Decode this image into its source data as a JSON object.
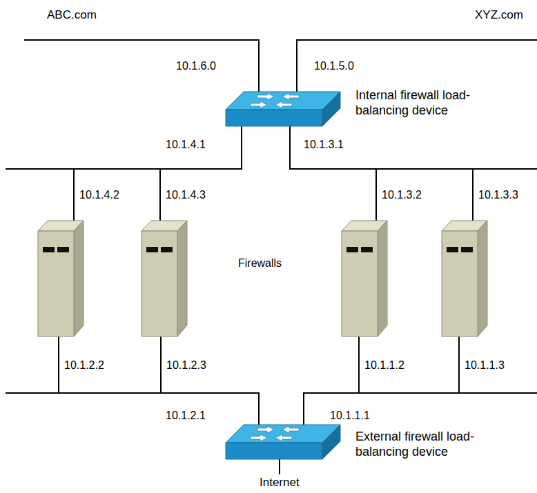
{
  "diagram": {
    "nodes": [
      {
        "text": [
          "Internal firewall load-balancing device"
        ]
      },
      {
        "text": [
          "External firewall load-balancing device"
        ]
      }
    ],
    "labels": [
      "ABC.com",
      "XYZ.com",
      "10.1.6.0",
      "10.1.5.0",
      "10.1.4.1",
      "10.1.3.1",
      "10.1.4.2",
      "10.1.4.3",
      "10.1.3.2",
      "10.1.3.3",
      "Firewalls",
      "10.1.2.2",
      "10.1.2.3",
      "10.1.1.2",
      "10.1.1.3",
      "10.1.2.1",
      "10.1.1.1",
      "Internet"
    ]
  }
}
